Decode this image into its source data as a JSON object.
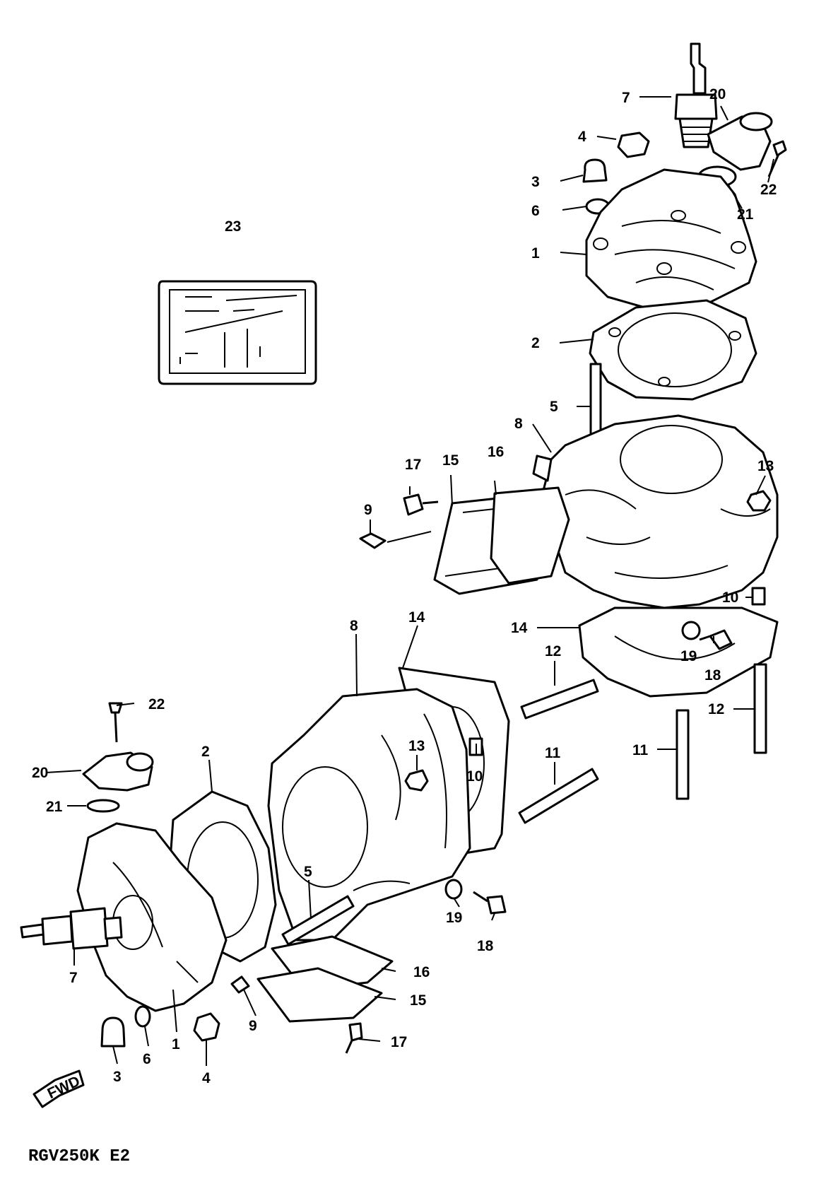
{
  "diagram": {
    "caption": "RGV250K E2",
    "fwd_label": "FWD",
    "callouts": [
      "1",
      "2",
      "3",
      "4",
      "5",
      "6",
      "7",
      "8",
      "9",
      "10",
      "11",
      "12",
      "13",
      "14",
      "15",
      "16",
      "17",
      "18",
      "19",
      "20",
      "21",
      "22",
      "23"
    ]
  }
}
